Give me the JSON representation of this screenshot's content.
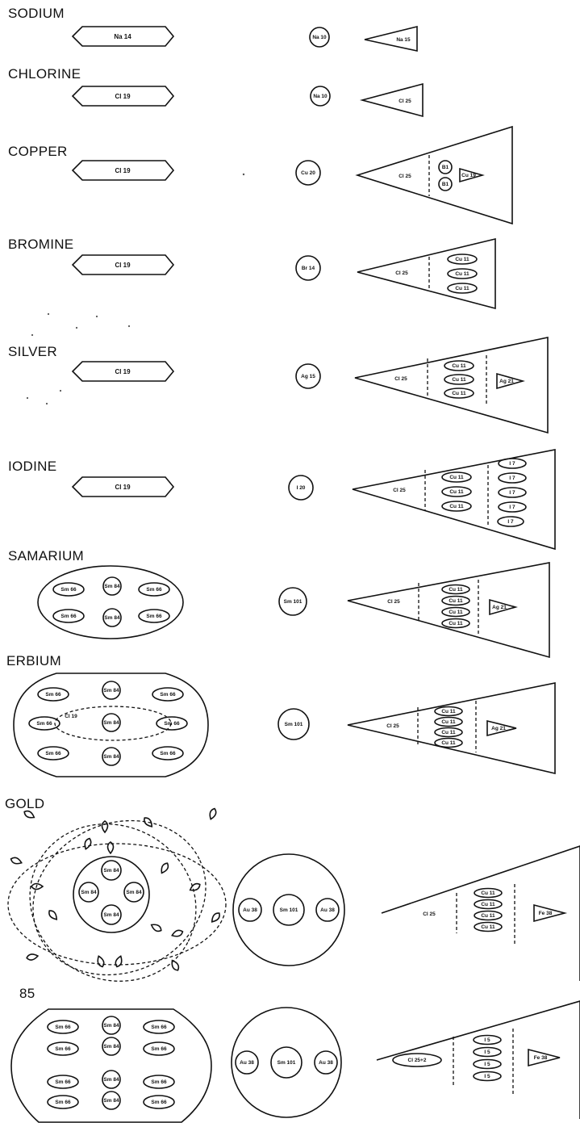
{
  "elements": [
    {
      "name": "SODIUM",
      "center": "Na 10",
      "core": "Na 14",
      "cone": {
        "left": "Na 15",
        "mid": [],
        "right": [],
        "tip": ""
      }
    },
    {
      "name": "CHLORINE",
      "center": "Na 10",
      "core": "Cl 19",
      "cone": {
        "left": "Cl 25",
        "mid": [],
        "right": [],
        "tip": ""
      }
    },
    {
      "name": "COPPER",
      "center": "Cu 20",
      "core": "Cl 19",
      "cone": {
        "left": "Cl 25",
        "mid": [
          "B1",
          "B1"
        ],
        "right": [],
        "tip": "Cu 19"
      }
    },
    {
      "name": "BROMINE",
      "center": "Br 14",
      "core": "Cl 19",
      "cone": {
        "left": "Cl 25",
        "mid": [
          "Cu 11",
          "Cu 11",
          "Cu 11"
        ],
        "right": [],
        "tip": ""
      }
    },
    {
      "name": "SILVER",
      "center": "Ag 15",
      "core": "Cl 19",
      "cone": {
        "left": "Cl 25",
        "mid": [
          "Cu 11",
          "Cu 11",
          "Cu 11"
        ],
        "right": [],
        "tip": "Ag 21"
      }
    },
    {
      "name": "IODINE",
      "center": "I 20",
      "core": "Cl 19",
      "cone": {
        "left": "Cl 25",
        "mid": [
          "Cu 11",
          "Cu 11",
          "Cu 11"
        ],
        "right": [
          "I 7",
          "I 7",
          "I 7",
          "I 7",
          "I 7"
        ],
        "tip": ""
      }
    },
    {
      "name": "SAMARIUM",
      "center": "Sm 101",
      "cone": {
        "left": "Cl 25",
        "mid": [
          "Cu 11",
          "Cu 11",
          "Cu 11",
          "Cu 11"
        ],
        "right": [],
        "tip": "Ag 21"
      }
    },
    {
      "name": "ERBIUM",
      "center": "Sm 101",
      "inner_label": "Cl 19",
      "cone": {
        "left": "Cl 25",
        "mid": [
          "Cu 11",
          "Cu 11",
          "Cu 11",
          "Cu 11"
        ],
        "right": [],
        "tip": "Ag 21"
      }
    },
    {
      "name": "GOLD",
      "center": "Sm 101",
      "side": "Au 38",
      "cone": {
        "left": "Cl 25",
        "mid": [
          "Cu 11",
          "Cu 11",
          "Cu 11",
          "Cu 11"
        ],
        "right": [],
        "tip": "Fe 38"
      }
    },
    {
      "name": "85",
      "center": "Sm 101",
      "side": "Au 38",
      "cone": {
        "left": "Cl 25+2",
        "mid": [
          "I 5",
          "I 5",
          "I 5",
          "I 5"
        ],
        "right": [],
        "tip": "Fe 38"
      }
    }
  ],
  "sm_unit": "Sm 66",
  "sm_core": "Sm 84"
}
